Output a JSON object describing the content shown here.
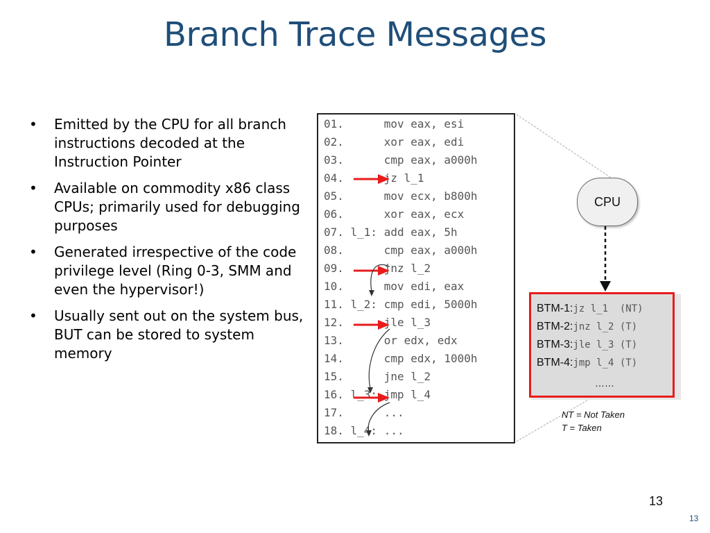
{
  "title": "Branch Trace Messages",
  "bullets": [
    "Emitted by the CPU for all branch instructions decoded at the Instruction Pointer",
    "Available on commodity x86 class CPUs; primarily used for debugging purposes",
    "Generated irrespective of the code privilege level (Ring 0-3, SMM and even the hypervisor!)",
    "Usually sent out on the system bus, BUT can be stored to system memory"
  ],
  "bullet_marker": "•",
  "code_lines": [
    "01.      mov eax, esi",
    "02.      xor eax, edi",
    "03.      cmp eax, a000h",
    "04.      jz l_1",
    "05.      mov ecx, b800h",
    "06.      xor eax, ecx",
    "07. l_1: add eax, 5h",
    "08.      cmp eax, a000h",
    "09.      jnz l_2",
    "10.      mov edi, eax",
    "11. l_2: cmp edi, 5000h",
    "12.      jle l_3",
    "13.      or edx, edx",
    "14.      cmp edx, 1000h",
    "15.      jne l_2",
    "16. l_3: jmp l_4",
    "17.      ...",
    "18. l_4: ..."
  ],
  "cpu_label": "CPU",
  "btm": [
    {
      "label": "BTM-1:",
      "code": "jz l_1  (NT)"
    },
    {
      "label": "BTM-2:",
      "code": "jnz l_2 (T)"
    },
    {
      "label": "BTM-3:",
      "code": "jle l_3 (T)"
    },
    {
      "label": "BTM-4:",
      "code": "jmp l_4 (T)"
    }
  ],
  "btm_more": "……",
  "legend": {
    "nt": "NT = Not Taken",
    "t": "T = Taken"
  },
  "slide_number": "13",
  "corner_number": "13",
  "colors": {
    "title": "#1f4e79",
    "arrow": "#e81c1c",
    "btm_border": "#e81c1c"
  }
}
